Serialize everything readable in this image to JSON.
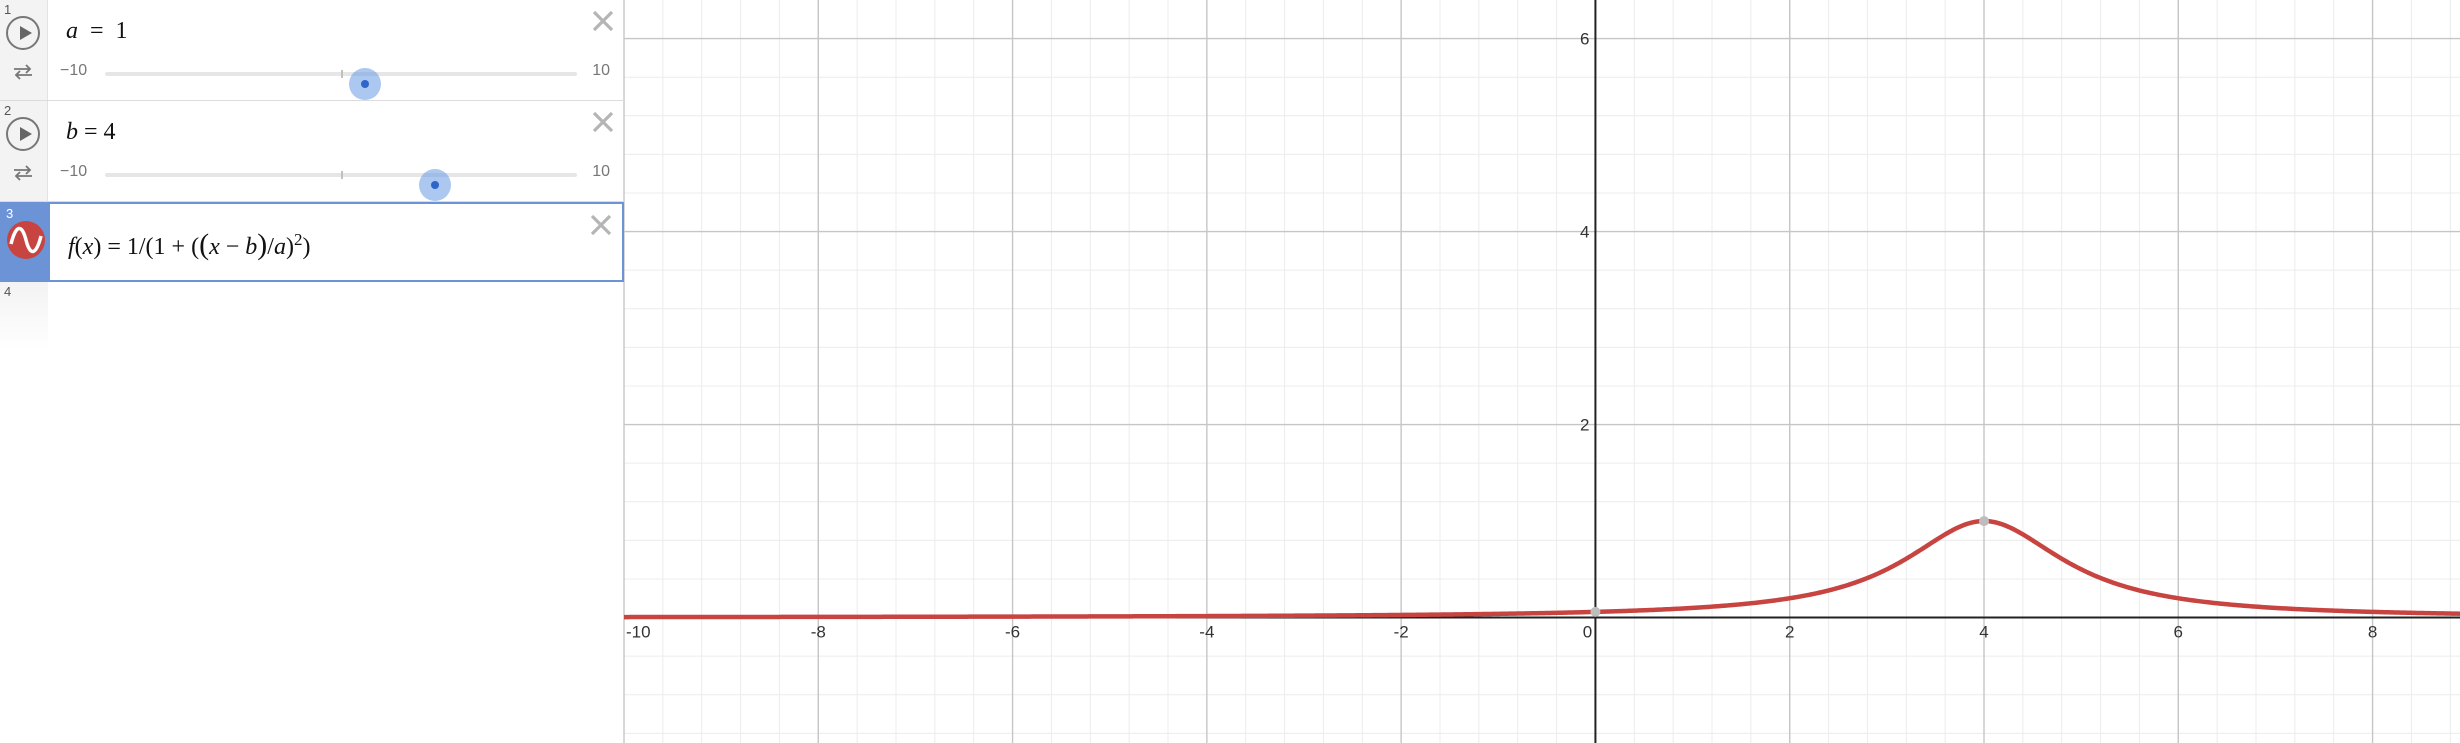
{
  "expressions": [
    {
      "index": "1",
      "variable": "a",
      "equals": "=",
      "value": "1",
      "slider": {
        "min_label": "−10",
        "max_label": "10",
        "min": -10,
        "max": 10,
        "value": 1
      }
    },
    {
      "index": "2",
      "variable": "b",
      "equals": "=",
      "value": "4",
      "slider": {
        "min_label": "−10",
        "max_label": "10",
        "min": -10,
        "max": 10,
        "value": 4
      }
    },
    {
      "index": "3",
      "latex": {
        "fname": "f",
        "var": "x",
        "equals": "=",
        "one1": "1",
        "slash1": "/",
        "one2": "1",
        "plus": "+",
        "x": "x",
        "minus": "−",
        "b": "b",
        "slash2": "/",
        "a": "a",
        "exp": "2"
      }
    },
    {
      "index": "4"
    }
  ],
  "colors": {
    "curve": "#c74440",
    "accent": "#6b93d6",
    "slider_thumb": "#2f64c9"
  },
  "icons": {
    "play": "play-icon",
    "loop": "loop-icon",
    "close": "close-icon",
    "function": "function-wave-icon"
  },
  "chart_data": {
    "type": "line",
    "xlim": [
      -10,
      8.9
    ],
    "ylim": [
      -1.3,
      6.4
    ],
    "x_ticks": [
      -10,
      -8,
      -6,
      -4,
      -2,
      0,
      2,
      4,
      6,
      8
    ],
    "y_ticks": [
      2,
      4,
      6
    ],
    "grid": true,
    "minor_grid_step": 0.4,
    "series": [
      {
        "expression": "f(x)=1/(1+((x-b)/a)^2)",
        "color": "#c74440",
        "params": {
          "a": 1,
          "b": 4
        }
      }
    ],
    "points": [
      {
        "x": 4,
        "y": 1
      },
      {
        "x": 0,
        "y": 0.0588
      }
    ]
  }
}
